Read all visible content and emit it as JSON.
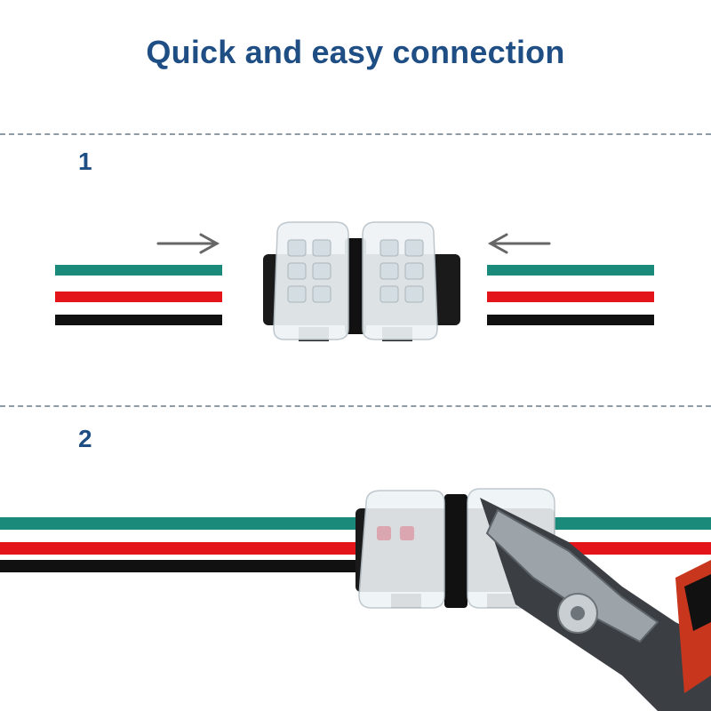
{
  "header": {
    "title": "Quick and easy connection"
  },
  "steps": [
    {
      "number": "1"
    },
    {
      "number": "2"
    }
  ],
  "colors": {
    "title": "#1f4e84",
    "wire_green": "#1a8a7a",
    "wire_red": "#e3151a",
    "wire_black": "#111111",
    "arrow": "#666666",
    "connector_body": "#1a1a1a",
    "connector_cover": "#e8eef2",
    "tool_handle": "#c8361d"
  },
  "illustrations": {
    "step1": {
      "wires": [
        "green",
        "red",
        "black"
      ],
      "arrows": [
        "right-arrow-icon",
        "left-arrow-icon"
      ]
    },
    "step2": {
      "wires": [
        "green",
        "red",
        "black"
      ],
      "tool": "pliers-icon"
    }
  }
}
